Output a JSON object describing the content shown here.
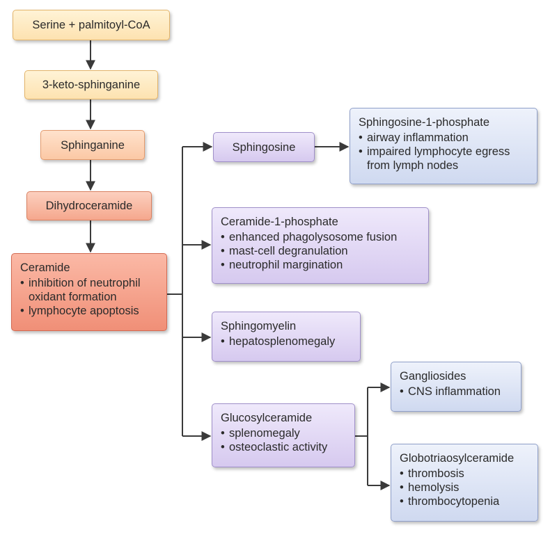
{
  "nodes": {
    "serine": {
      "label": "Serine + palmitoyl-CoA"
    },
    "keto": {
      "label": "3-keto-sphinganine"
    },
    "sphinganine": {
      "label": "Sphinganine"
    },
    "dihydroceramide": {
      "label": "Dihydroceramide"
    },
    "ceramide": {
      "label": "Ceramide",
      "items": [
        "inhibition of neutrophil",
        "oxidant formation",
        "lymphocyte apoptosis"
      ]
    },
    "sphingosine": {
      "label": "Sphingosine"
    },
    "s1p": {
      "label": "Sphingosine-1-phosphate",
      "items": [
        "airway inflammation",
        "impaired lymphocyte egress",
        "from lymph nodes"
      ]
    },
    "c1p": {
      "label": "Ceramide-1-phosphate",
      "items": [
        "enhanced phagolysosome fusion",
        "mast-cell degranulation",
        "neutrophil margination"
      ]
    },
    "sphingomyelin": {
      "label": "Sphingomyelin",
      "items": [
        "hepatosplenomegaly"
      ]
    },
    "glucosylceramide": {
      "label": "Glucosylceramide",
      "items": [
        "splenomegaly",
        "osteoclastic activity"
      ]
    },
    "gangliosides": {
      "label": "Gangliosides",
      "items": [
        "CNS inflammation"
      ]
    },
    "globotriaosylceramide": {
      "label": "Globotriaosylceramide",
      "items": [
        "thrombosis",
        "hemolysis",
        "thrombocytopenia"
      ]
    }
  },
  "colors": {
    "arrow": "#3a3a3a",
    "precursor_light": "#fde2b0",
    "ceramide": "#f08f77",
    "derivative": "#d6c9ef",
    "terminal": "#cfd9f0"
  }
}
